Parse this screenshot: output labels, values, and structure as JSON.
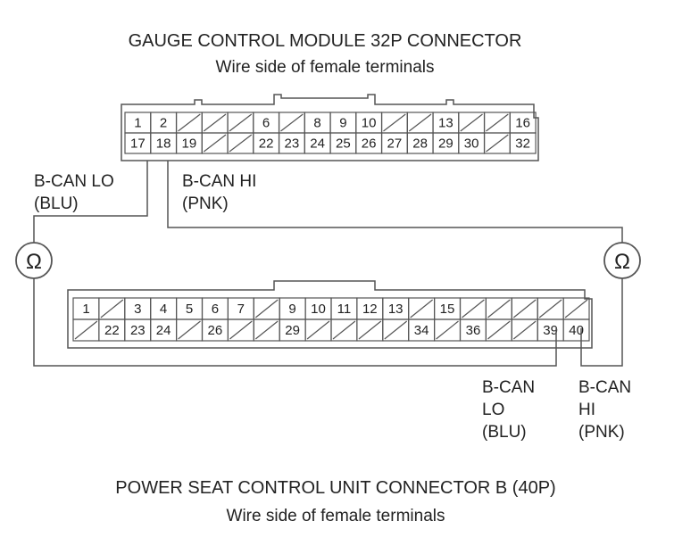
{
  "top_connector": {
    "title": "GAUGE CONTROL MODULE 32P CONNECTOR",
    "subtitle": "Wire side of female terminals",
    "row1": [
      "1",
      "2",
      "",
      "",
      "",
      "6",
      "",
      "8",
      "9",
      "10",
      "",
      "",
      "13",
      "",
      "",
      "16"
    ],
    "row2": [
      "17",
      "18",
      "19",
      "",
      "",
      "22",
      "23",
      "24",
      "25",
      "26",
      "27",
      "28",
      "29",
      "30",
      "",
      "32"
    ],
    "label_lo": [
      "B-CAN LO",
      "(BLU)"
    ],
    "label_hi": [
      "B-CAN HI",
      "(PNK)"
    ]
  },
  "bottom_connector": {
    "title": "POWER SEAT CONTROL UNIT CONNECTOR B (40P)",
    "subtitle": "Wire side of female terminals",
    "row1": [
      "1",
      "",
      "3",
      "4",
      "5",
      "6",
      "7",
      "",
      "9",
      "10",
      "11",
      "12",
      "13",
      "",
      "15",
      "",
      "",
      "",
      "",
      ""
    ],
    "row2": [
      "",
      "22",
      "23",
      "24",
      "",
      "26",
      "",
      "",
      "29",
      "",
      "",
      "",
      "",
      "34",
      "",
      "36",
      "",
      "",
      "39",
      "40"
    ],
    "label_lo": [
      "B-CAN",
      "LO",
      "(BLU)"
    ],
    "label_hi": [
      "B-CAN",
      "HI",
      "(PNK)"
    ]
  },
  "meters": {
    "symbol": "Ω",
    "count": 2
  },
  "colors": {
    "line": "#555555",
    "text": "#222222",
    "background": "#ffffff"
  }
}
